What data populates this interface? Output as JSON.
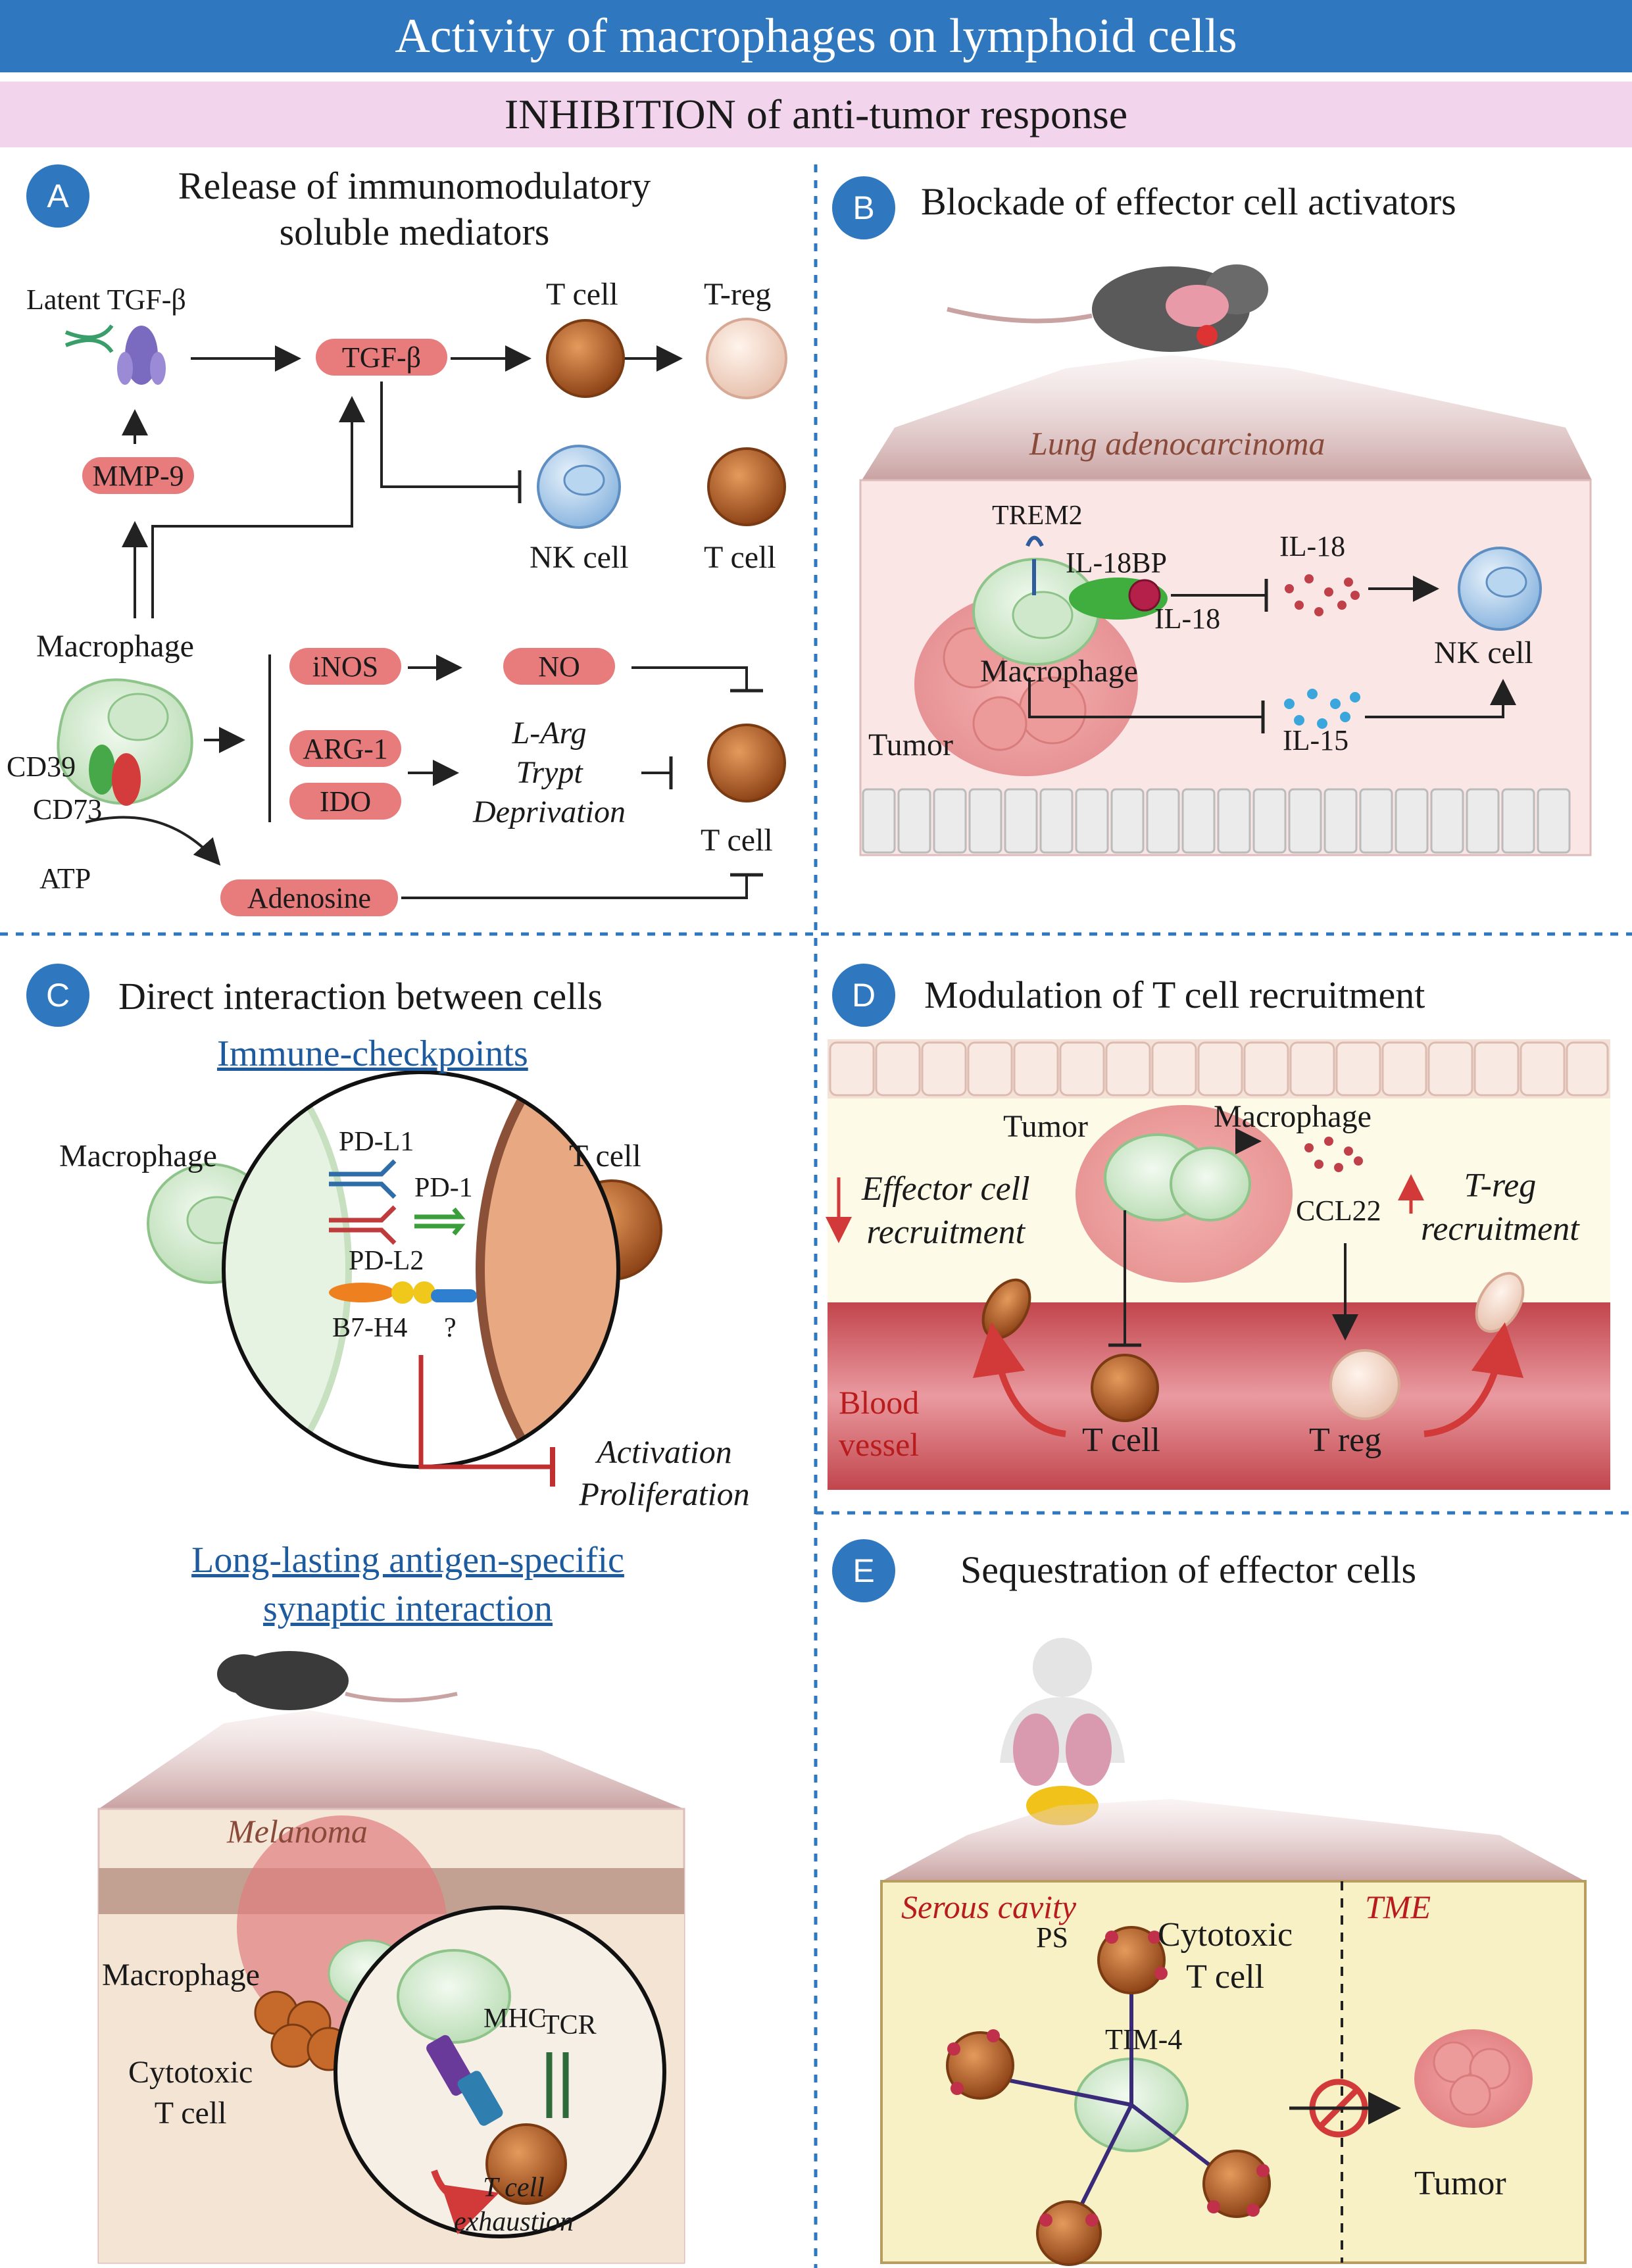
{
  "header": {
    "title": "Activity of macrophages on lymphoid cells",
    "subtitle": "INHIBITION of anti-tumor response"
  },
  "panelA": {
    "letter": "A",
    "title_line1": "Release of immunomodulatory",
    "title_line2": "soluble mediators",
    "latent_tgf": "Latent TGF-β",
    "mmp9": "MMP-9",
    "tgf": "TGF-β",
    "tcell1": "T cell",
    "treg": "T-reg",
    "nkcell": "NK cell",
    "tcell2": "T cell",
    "macrophage": "Macrophage",
    "cd39": "CD39",
    "cd73": "CD73",
    "atp": "ATP",
    "inos": "iNOS",
    "no": "NO",
    "arg1": "ARG-1",
    "ido": "IDO",
    "depr1": "L-Arg",
    "depr2": "Trypt",
    "depr3": "Deprivation",
    "tcell3": "T cell",
    "adenosine": "Adenosine"
  },
  "panelB": {
    "letter": "B",
    "title": "Blockade of effector cell activators",
    "lung": "Lung adenocarcinoma",
    "trem2": "TREM2",
    "il18bp": "IL-18BP",
    "il18a": "IL-18",
    "il18b": "IL-18",
    "macrophage": "Macrophage",
    "nkcell": "NK cell",
    "il15": "IL-15",
    "tumor": "Tumor"
  },
  "panelC": {
    "letter": "C",
    "title": "Direct interaction between cells",
    "checkpoints": "Immune-checkpoints",
    "macrophage": "Macrophage",
    "tcell": "T cell",
    "pdl1": "PD-L1",
    "pd1": "PD-1",
    "pdl2": "PD-L2",
    "b7h4": "B7-H4",
    "q": "?",
    "activation": "Activation",
    "proliferation": "Proliferation",
    "synaptic1": "Long-lasting antigen-specific",
    "synaptic2": "synaptic interaction",
    "melanoma": "Melanoma",
    "macrophage2": "Macrophage",
    "cyto1": "Cytotoxic",
    "cyto2": "T cell",
    "mhc": "MHC",
    "tcr": "TCR",
    "exh1": "T cell",
    "exh2": "exhaustion"
  },
  "panelD": {
    "letter": "D",
    "title": "Modulation of T cell recruitment",
    "tumor": "Tumor",
    "macrophage": "Macrophage",
    "effector1": "Effector cell",
    "effector2": "recruitment",
    "ccl22": "CCL22",
    "treg1": "T-reg",
    "treg2": "recruitment",
    "blood1": "Blood",
    "blood2": "vessel",
    "tcell": "T cell",
    "treg": "T reg"
  },
  "panelE": {
    "letter": "E",
    "title": "Sequestration of effector cells",
    "serous": "Serous cavity",
    "tme": "TME",
    "ps": "PS",
    "cyto1": "Cytotoxic",
    "cyto2": "T cell",
    "tim4": "TIM-4",
    "tumor": "Tumor"
  },
  "colors": {
    "blue": "#2f78c0",
    "pink_band": "#f2d4ec",
    "pill": "#e87b7b",
    "tcell": "#b5652a",
    "macrophage": "#d9eed7",
    "vessel": "#d56a70"
  }
}
